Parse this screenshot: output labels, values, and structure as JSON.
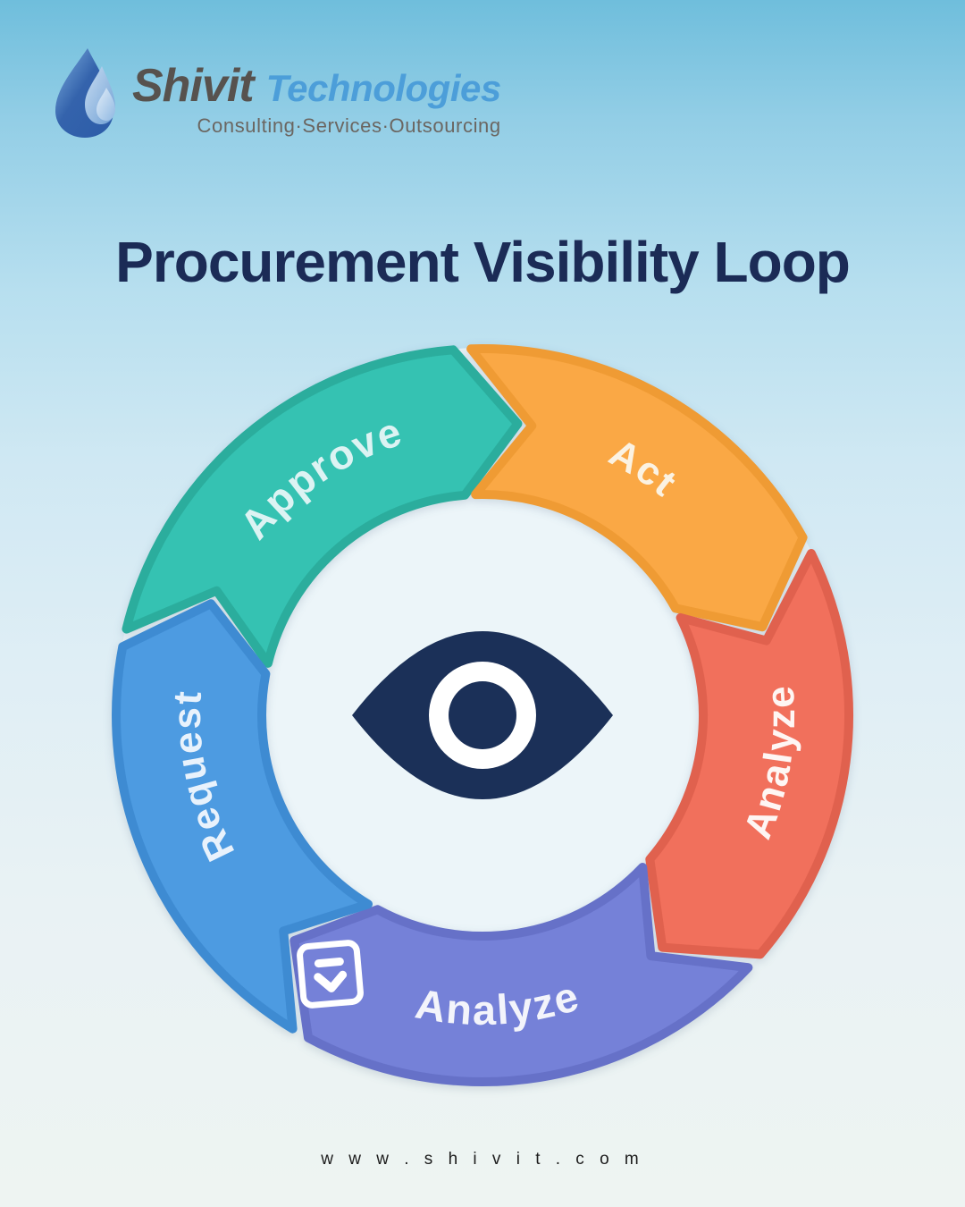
{
  "logo": {
    "brand_primary": "Shivit",
    "brand_secondary": "Technologies",
    "tagline": "Consulting·Services·Outsourcing",
    "icon": "drop-icon",
    "colors": {
      "primary_text": "#57524E",
      "secondary_text": "#4C9ED9",
      "tagline_text": "#6B6661"
    }
  },
  "title": {
    "text": "Procurement Visibility Loop",
    "color": "#1B2B56"
  },
  "diagram": {
    "type": "cycle",
    "direction": "clockwise",
    "center_icon": "eye-icon",
    "eye_color": "#1B3058",
    "inner_disc_color": "#ECF5F9",
    "segments": [
      {
        "id": "approve",
        "label": "Approve",
        "color": "#35C2B2",
        "edge": "#2BAD9D",
        "text_color": "#DCF3F3",
        "start_angle": 280.8,
        "end_angle": 355.4,
        "label_angle": 326,
        "label_mode": "top",
        "label_size": 46
      },
      {
        "id": "act",
        "label": "Act",
        "color": "#FAA845",
        "edge": "#EF9B34",
        "text_color": "#FBF2E2",
        "start_angle": -4.6,
        "end_angle": 61,
        "label_angle": 33,
        "label_mode": "top",
        "label_size": 44
      },
      {
        "id": "analyze-track",
        "label": "Analyze",
        "color": "#F1705C",
        "edge": "#E0614E",
        "text_color": "#FEF6F4",
        "start_angle": 61,
        "end_angle": 130.7,
        "label_angle": 99,
        "label_mode": "right",
        "label_size": 44
      },
      {
        "id": "analyze-report",
        "label": "Analyze",
        "color": "#7581D8",
        "edge": "#6671C8",
        "text_color": "#F3F4FB",
        "start_angle": 130.7,
        "end_angle": 208.4,
        "label_angle": 177,
        "label_mode": "bottom",
        "label_size": 47,
        "icon": "checklist-icon",
        "icon_angle": 210.5,
        "icon_radius": 336
      },
      {
        "id": "request",
        "label": "Request",
        "color": "#4D9BE1",
        "edge": "#3E8BD2",
        "text_color": "#E8F2FC",
        "start_angle": 208.4,
        "end_angle": 280.8,
        "label_angle": 258,
        "label_mode": "left",
        "label_size": 44
      }
    ]
  },
  "footer": {
    "website": "w w w . s h i v i t . c o m"
  }
}
